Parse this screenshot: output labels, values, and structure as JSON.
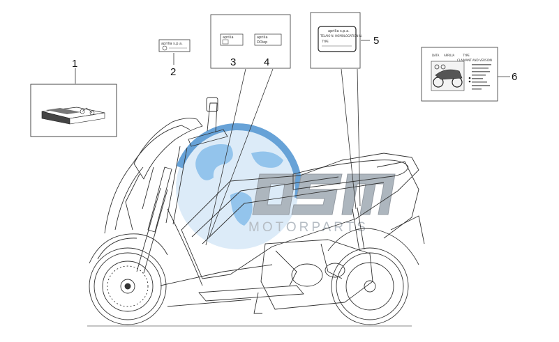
{
  "callouts": [
    {
      "id": "1",
      "label": "1"
    },
    {
      "id": "2",
      "label": "2"
    },
    {
      "id": "3",
      "label": "3"
    },
    {
      "id": "4",
      "label": "4"
    },
    {
      "id": "5",
      "label": "5"
    },
    {
      "id": "6",
      "label": "6"
    }
  ],
  "decal_texts": {
    "brand_small": "aprilia s.p.a.",
    "brand_3": "aprilia",
    "brand_4": "aprilia",
    "brand_4_sub": "DDiep",
    "plate_brand": "aprilia s.p.a.",
    "plate_line1": "TELAIO N. HOMOLOGATION N.",
    "plate_type": "TYPE",
    "decal6_head_left": "DATA",
    "decal6_head_mid": "APRILIA",
    "decal6_head_right": "TYPE",
    "decal6_line2": "CLAIMANT AND VERSION"
  },
  "watermark": {
    "logo_text": "OSM",
    "tagline": "MOTORPARTS",
    "colors": {
      "globe": "#3a8fd6",
      "letters": "#8e9aa6"
    }
  }
}
